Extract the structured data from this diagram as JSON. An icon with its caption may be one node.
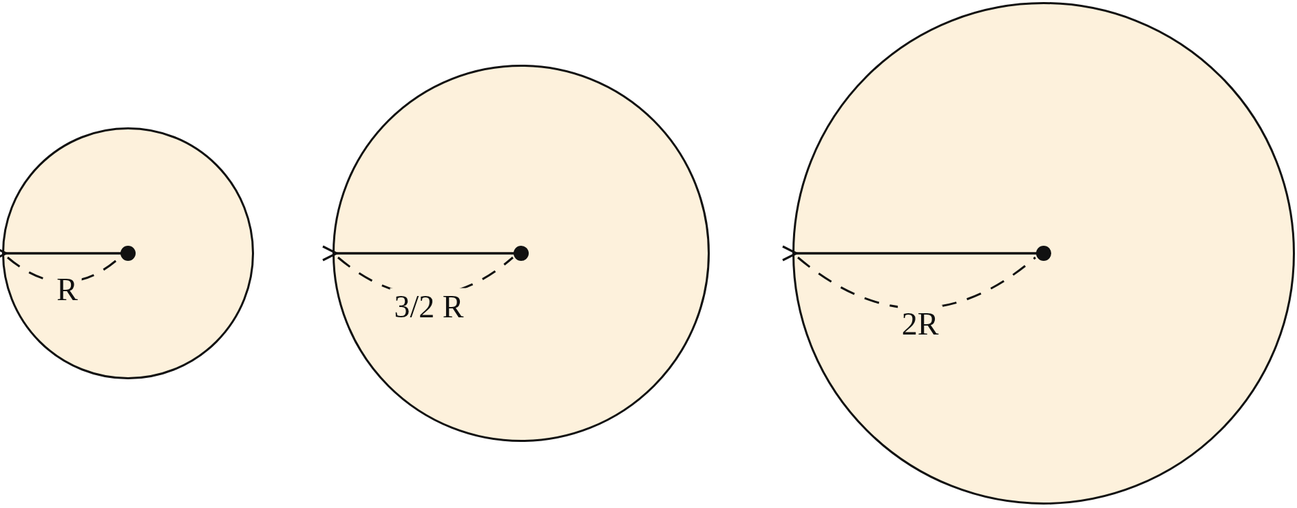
{
  "diagram": {
    "nodes": [
      {
        "text": [
          "R"
        ]
      },
      {
        "text": [
          "3/2 R"
        ]
      },
      {
        "text": [
          "2R"
        ]
      }
    ]
  }
}
